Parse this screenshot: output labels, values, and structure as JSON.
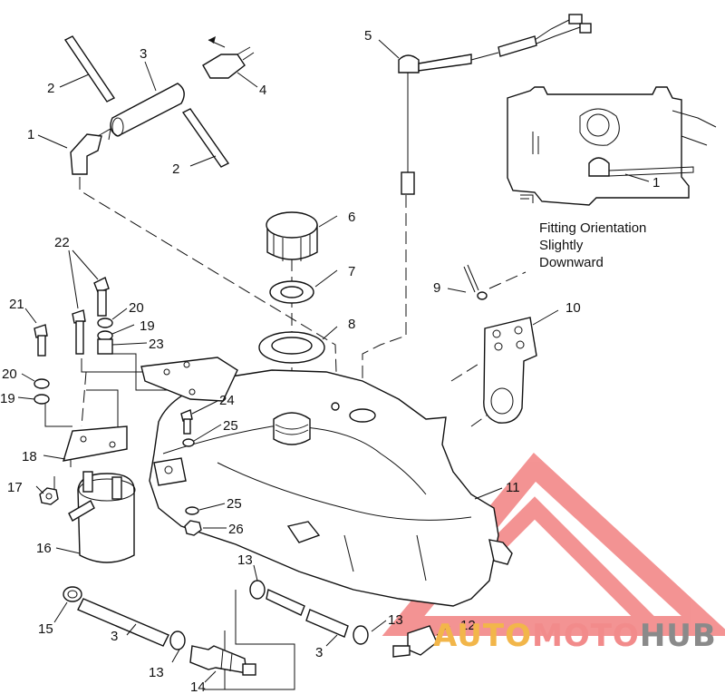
{
  "callouts": [
    {
      "id": "c1",
      "text": "1"
    },
    {
      "id": "c2a",
      "text": "2"
    },
    {
      "id": "c2b",
      "text": "2"
    },
    {
      "id": "c3a",
      "text": "3"
    },
    {
      "id": "c4",
      "text": "4"
    },
    {
      "id": "c5",
      "text": "5"
    },
    {
      "id": "c6",
      "text": "6"
    },
    {
      "id": "c7",
      "text": "7"
    },
    {
      "id": "c8",
      "text": "8"
    },
    {
      "id": "c9",
      "text": "9"
    },
    {
      "id": "c10",
      "text": "10"
    },
    {
      "id": "c11",
      "text": "11"
    },
    {
      "id": "c12",
      "text": "12"
    },
    {
      "id": "c13a",
      "text": "13"
    },
    {
      "id": "c13b",
      "text": "13"
    },
    {
      "id": "c13c",
      "text": "13"
    },
    {
      "id": "c14",
      "text": "14"
    },
    {
      "id": "c15",
      "text": "15"
    },
    {
      "id": "c16",
      "text": "16"
    },
    {
      "id": "c17",
      "text": "17"
    },
    {
      "id": "c18",
      "text": "18"
    },
    {
      "id": "c19a",
      "text": "19"
    },
    {
      "id": "c19b",
      "text": "19"
    },
    {
      "id": "c20a",
      "text": "20"
    },
    {
      "id": "c20b",
      "text": "20"
    },
    {
      "id": "c21",
      "text": "21"
    },
    {
      "id": "c22",
      "text": "22"
    },
    {
      "id": "c23",
      "text": "23"
    },
    {
      "id": "c24",
      "text": "24"
    },
    {
      "id": "c25a",
      "text": "25"
    },
    {
      "id": "c25b",
      "text": "25"
    },
    {
      "id": "c26",
      "text": "26"
    },
    {
      "id": "c3b",
      "text": "3"
    },
    {
      "id": "c3c",
      "text": "3"
    },
    {
      "id": "inset1",
      "text": "1"
    }
  ],
  "inset_caption": [
    "Fitting Orientation",
    "Slightly",
    "Downward"
  ],
  "watermark": {
    "part1": "AUTO",
    "part2": "MOTO",
    "part3": "HUB",
    "color1": "#f2b64a",
    "color2": "#f28b8b",
    "color3": "#8a8a8a",
    "logo_color": "#f07070"
  }
}
